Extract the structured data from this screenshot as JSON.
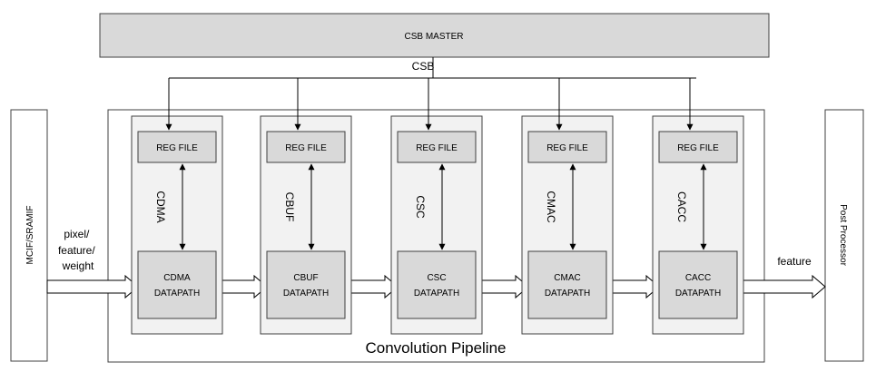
{
  "csb_master": "CSB MASTER",
  "bus_label": "CSB",
  "left_interface": "MCIF/SRAMIF",
  "right_interface": "Post Processor",
  "input_label_lines": [
    "pixel/",
    "feature/",
    "weight"
  ],
  "output_label": "feature",
  "pipeline_title": "Convolution Pipeline",
  "stages": [
    {
      "name": "CDMA",
      "reg_file": "REG FILE",
      "datapath_lines": [
        "CDMA",
        "DATAPATH"
      ]
    },
    {
      "name": "CBUF",
      "reg_file": "REG FILE",
      "datapath_lines": [
        "CBUF",
        "DATAPATH"
      ]
    },
    {
      "name": "CSC",
      "reg_file": "REG FILE",
      "datapath_lines": [
        "CSC",
        "DATAPATH"
      ]
    },
    {
      "name": "CMAC",
      "reg_file": "REG FILE",
      "datapath_lines": [
        "CMAC",
        "DATAPATH"
      ]
    },
    {
      "name": "CACC",
      "reg_file": "REG FILE",
      "datapath_lines": [
        "CACC",
        "DATAPATH"
      ]
    }
  ],
  "colors": {
    "csb_master_fill": "#d9d9d9",
    "stage_panel_fill": "#f2f2f2",
    "block_fill": "#d9d9d9",
    "stroke": "#404040"
  }
}
